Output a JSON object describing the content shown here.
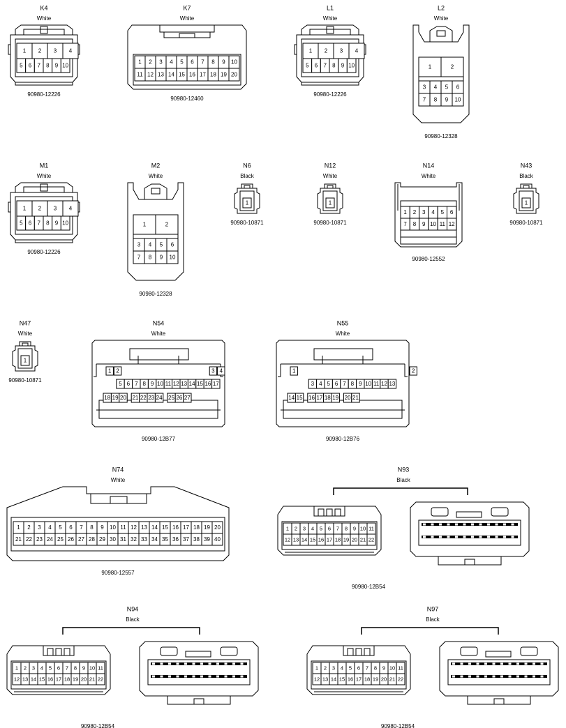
{
  "connectors": [
    {
      "id": "K4",
      "name": "K4",
      "color": "White",
      "part": "90980-12226",
      "type": "small10",
      "pins": [
        "1",
        "2",
        "3",
        "4",
        "5",
        "6",
        "7",
        "8",
        "9",
        "10"
      ]
    },
    {
      "id": "K7",
      "name": "K7",
      "color": "White",
      "part": "90980-12460",
      "type": "wide20",
      "pins": [
        "1",
        "2",
        "3",
        "4",
        "5",
        "6",
        "7",
        "8",
        "9",
        "10",
        "11",
        "12",
        "13",
        "14",
        "15",
        "16",
        "17",
        "18",
        "19",
        "20"
      ]
    },
    {
      "id": "L1",
      "name": "L1",
      "color": "White",
      "part": "90980-12226",
      "type": "small10",
      "pins": [
        "1",
        "2",
        "3",
        "4",
        "5",
        "6",
        "7",
        "8",
        "9",
        "10"
      ]
    },
    {
      "id": "L2",
      "name": "L2",
      "color": "White",
      "part": "90980-12328",
      "type": "tall10",
      "pins": [
        "1",
        "2",
        "3",
        "4",
        "5",
        "6",
        "7",
        "8",
        "9",
        "10"
      ]
    },
    {
      "id": "M1",
      "name": "M1",
      "color": "White",
      "part": "90980-12226",
      "type": "small10",
      "pins": [
        "1",
        "2",
        "3",
        "4",
        "5",
        "6",
        "7",
        "8",
        "9",
        "10"
      ]
    },
    {
      "id": "M2",
      "name": "M2",
      "color": "White",
      "part": "90980-12328",
      "type": "tall10",
      "pins": [
        "1",
        "2",
        "3",
        "4",
        "5",
        "6",
        "7",
        "8",
        "9",
        "10"
      ]
    },
    {
      "id": "N6",
      "name": "N6",
      "color": "Black",
      "part": "90980-10871",
      "type": "single",
      "pins": [
        "1"
      ]
    },
    {
      "id": "N12",
      "name": "N12",
      "color": "White",
      "part": "90980-10871",
      "type": "single",
      "pins": [
        "1"
      ]
    },
    {
      "id": "N14",
      "name": "N14",
      "color": "White",
      "part": "90980-12552",
      "type": "n14",
      "pins": [
        "1",
        "2",
        "3",
        "4",
        "5",
        "6",
        "7",
        "8",
        "9",
        "10",
        "11",
        "12"
      ]
    },
    {
      "id": "N43",
      "name": "N43",
      "color": "Black",
      "part": "90980-10871",
      "type": "single",
      "pins": [
        "1"
      ]
    },
    {
      "id": "N47",
      "name": "N47",
      "color": "White",
      "part": "90980-10871",
      "type": "single",
      "pins": [
        "1"
      ]
    },
    {
      "id": "N54",
      "name": "N54",
      "color": "White",
      "part": "90980-12B77",
      "type": "ecu27",
      "row1": [
        "1",
        "2",
        "",
        "",
        "",
        "",
        "",
        "",
        "",
        "",
        "",
        "",
        "",
        "3",
        "4",
        "",
        ""
      ],
      "row2": [
        "5",
        "6",
        "7",
        "8",
        "9",
        "10",
        "11",
        "12",
        "13",
        "14",
        "15",
        "16",
        "17"
      ],
      "row3": [
        "18",
        "19",
        "20",
        "",
        "21",
        "22",
        "23",
        "24",
        "",
        "25",
        "26",
        "27"
      ]
    },
    {
      "id": "N55",
      "name": "N55",
      "color": "White",
      "part": "90980-12B76",
      "type": "ecu27",
      "row1": [
        "1",
        "",
        "",
        "",
        "",
        "",
        "",
        "",
        "",
        "",
        "",
        "",
        "",
        "",
        "",
        "2",
        ""
      ],
      "row2": [
        "3",
        "4",
        "5",
        "6",
        "7",
        "8",
        "9",
        "10",
        "11",
        "12",
        "13"
      ],
      "row3": [
        "14",
        "15",
        "",
        "16",
        "17",
        "18",
        "19",
        "",
        "20",
        "21"
      ]
    },
    {
      "id": "N74",
      "name": "N74",
      "color": "White",
      "part": "90980-12557",
      "type": "n74",
      "pins": [
        "1",
        "2",
        "3",
        "4",
        "5",
        "6",
        "7",
        "8",
        "9",
        "10",
        "11",
        "12",
        "13",
        "14",
        "15",
        "16",
        "17",
        "18",
        "19",
        "20",
        "21",
        "22",
        "23",
        "24",
        "25",
        "26",
        "27",
        "28",
        "29",
        "30",
        "31",
        "32",
        "33",
        "34",
        "35",
        "36",
        "37",
        "38",
        "39",
        "40"
      ]
    },
    {
      "id": "N93",
      "name": "N93",
      "color": "Black",
      "part": "90980-12B54",
      "type": "pair22",
      "pins": [
        "1",
        "2",
        "3",
        "4",
        "5",
        "6",
        "7",
        "8",
        "9",
        "10",
        "11",
        "12",
        "13",
        "14",
        "15",
        "16",
        "17",
        "18",
        "19",
        "20",
        "21",
        "22"
      ]
    },
    {
      "id": "N94",
      "name": "N94",
      "color": "Black",
      "part": "90980-12B54",
      "type": "pair22",
      "pins": [
        "1",
        "2",
        "3",
        "4",
        "5",
        "6",
        "7",
        "8",
        "9",
        "10",
        "11",
        "12",
        "13",
        "14",
        "15",
        "16",
        "17",
        "18",
        "19",
        "20",
        "21",
        "22"
      ]
    },
    {
      "id": "N97",
      "name": "N97",
      "color": "Black",
      "part": "90980-12B54",
      "type": "pair22",
      "pins": [
        "1",
        "2",
        "3",
        "4",
        "5",
        "6",
        "7",
        "8",
        "9",
        "10",
        "11",
        "12",
        "13",
        "14",
        "15",
        "16",
        "17",
        "18",
        "19",
        "20",
        "21",
        "22"
      ]
    }
  ]
}
